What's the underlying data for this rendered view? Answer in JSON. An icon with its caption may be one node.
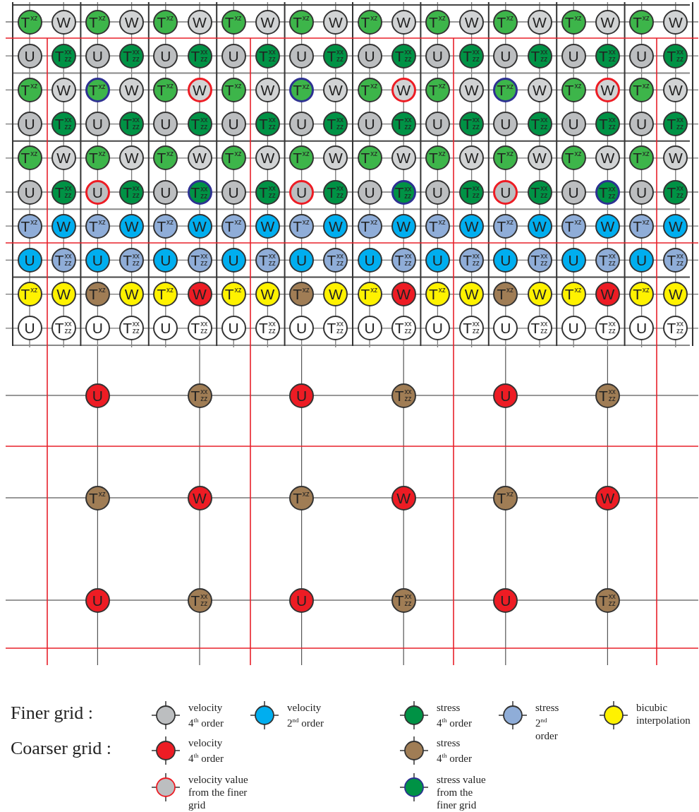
{
  "diagram": {
    "nodes": [
      {
        "text": [
          "T$^{xz}$"
        ]
      },
      {
        "text": [
          "W"
        ]
      },
      {
        "text": [
          "T$^{xz}$"
        ]
      },
      {
        "text": [
          "W"
        ]
      },
      {
        "text": [
          "T$^{xz}$"
        ]
      },
      {
        "text": [
          "W"
        ]
      },
      {
        "text": [
          "T$^{xz}$"
        ]
      },
      {
        "text": [
          "W"
        ]
      },
      {
        "text": [
          "T$^{xz}$"
        ]
      },
      {
        "text": [
          "W"
        ]
      },
      {
        "text": [
          "T$^{xz}$"
        ]
      },
      {
        "text": [
          "W"
        ]
      },
      {
        "text": [
          "T$^{xz}$"
        ]
      },
      {
        "text": [
          "W"
        ]
      },
      {
        "text": [
          "T$^{xz}$"
        ]
      },
      {
        "text": [
          "W"
        ]
      },
      {
        "text": [
          "T$^{xz}$"
        ]
      },
      {
        "text": [
          "W"
        ]
      },
      {
        "text": [
          "T$^{xz}$"
        ]
      },
      {
        "text": [
          "W"
        ]
      },
      {
        "text": [
          "U"
        ]
      },
      {
        "text": [
          "T$^{xx}$$_{zz}$"
        ]
      },
      {
        "text": [
          "U"
        ]
      },
      {
        "text": [
          "T$^{xx}$$_{zz}$"
        ]
      },
      {
        "text": [
          "U"
        ]
      },
      {
        "text": [
          "T$^{xx}$$_{zz}$"
        ]
      },
      {
        "text": [
          "U"
        ]
      },
      {
        "text": [
          "T$^{xx}$$_{zz}$"
        ]
      },
      {
        "text": [
          "U"
        ]
      },
      {
        "text": [
          "T$^{xx}$$_{zz}$"
        ]
      },
      {
        "text": [
          "U"
        ]
      },
      {
        "text": [
          "T$^{xx}$$_{zz}$"
        ]
      },
      {
        "text": [
          "U"
        ]
      },
      {
        "text": [
          "T$^{xx}$$_{zz}$"
        ]
      },
      {
        "text": [
          "U"
        ]
      },
      {
        "text": [
          "T$^{xx}$$_{zz}$"
        ]
      },
      {
        "text": [
          "U"
        ]
      },
      {
        "text": [
          "T$^{xx}$$_{zz}$"
        ]
      },
      {
        "text": [
          "U"
        ]
      },
      {
        "text": [
          "T$^{xx}$$_{zz}$"
        ]
      },
      {
        "text": [
          "T$^{xz}$"
        ]
      },
      {
        "text": [
          "W"
        ]
      },
      {
        "text": [
          "T$^{xz}$"
        ]
      },
      {
        "text": [
          "W"
        ]
      },
      {
        "text": [
          "T$^{xz}$"
        ]
      },
      {
        "text": [
          "W"
        ]
      },
      {
        "text": [
          "T$^{xz}$"
        ]
      },
      {
        "text": [
          "W"
        ]
      },
      {
        "text": [
          "T$^{xz}$"
        ]
      },
      {
        "text": [
          "W"
        ]
      },
      {
        "text": [
          "T$^{xz}$"
        ]
      },
      {
        "text": [
          "W"
        ]
      },
      {
        "text": [
          "T$^{xz}$"
        ]
      },
      {
        "text": [
          "W"
        ]
      },
      {
        "text": [
          "T$^{xz}$"
        ]
      },
      {
        "text": [
          "W"
        ]
      },
      {
        "text": [
          "T$^{xz}$"
        ]
      },
      {
        "text": [
          "W"
        ]
      },
      {
        "text": [
          "T$^{xz}$"
        ]
      },
      {
        "text": [
          "W"
        ]
      },
      {
        "text": [
          "U"
        ]
      },
      {
        "text": [
          "T$^{xx}$$_{zz}$"
        ]
      },
      {
        "text": [
          "U"
        ]
      },
      {
        "text": [
          "T$^{xx}$$_{zz}$"
        ]
      },
      {
        "text": [
          "U"
        ]
      },
      {
        "text": [
          "T$^{xx}$$_{zz}$"
        ]
      },
      {
        "text": [
          "U"
        ]
      },
      {
        "text": [
          "T$^{xx}$$_{zz}$"
        ]
      },
      {
        "text": [
          "U"
        ]
      },
      {
        "text": [
          "T$^{xx}$$_{zz}$"
        ]
      },
      {
        "text": [
          "U"
        ]
      },
      {
        "text": [
          "T$^{xx}$$_{zz}$"
        ]
      },
      {
        "text": [
          "U"
        ]
      },
      {
        "text": [
          "T$^{xx}$$_{zz}$"
        ]
      },
      {
        "text": [
          "U"
        ]
      },
      {
        "text": [
          "T$^{xx}$$_{zz}$"
        ]
      },
      {
        "text": [
          "U"
        ]
      },
      {
        "text": [
          "T$^{xx}$$_{zz}$"
        ]
      },
      {
        "text": [
          "U"
        ]
      },
      {
        "text": [
          "T$^{xx}$$_{zz}$"
        ]
      },
      {
        "text": [
          "T$^{xz}$"
        ]
      },
      {
        "text": [
          "W"
        ]
      },
      {
        "text": [
          "T$^{xz}$"
        ]
      },
      {
        "text": [
          "W"
        ]
      },
      {
        "text": [
          "T$^{xz}$"
        ]
      },
      {
        "text": [
          "W"
        ]
      },
      {
        "text": [
          "T$^{xz}$"
        ]
      },
      {
        "text": [
          "W"
        ]
      },
      {
        "text": [
          "T$^{xz}$"
        ]
      },
      {
        "text": [
          "W"
        ]
      },
      {
        "text": [
          "T$^{xz}$"
        ]
      },
      {
        "text": [
          "W"
        ]
      },
      {
        "text": [
          "T$^{xz}$"
        ]
      },
      {
        "text": [
          "W"
        ]
      },
      {
        "text": [
          "T$^{xz}$"
        ]
      },
      {
        "text": [
          "W"
        ]
      },
      {
        "text": [
          "T$^{xz}$"
        ]
      },
      {
        "text": [
          "W"
        ]
      },
      {
        "text": [
          "T$^{xz}$"
        ]
      },
      {
        "text": [
          "W"
        ]
      },
      {
        "text": [
          "U"
        ]
      },
      {
        "text": [
          "T$^{xx}$$_{zz}$"
        ]
      },
      {
        "text": [
          "U"
        ]
      },
      {
        "text": [
          "T$^{xx}$$_{zz}$"
        ]
      },
      {
        "text": [
          "U"
        ]
      },
      {
        "text": [
          "T$^{xx}$$_{zz}$"
        ]
      },
      {
        "text": [
          "U"
        ]
      },
      {
        "text": [
          "T$^{xx}$$_{zz}$"
        ]
      },
      {
        "text": [
          "U"
        ]
      },
      {
        "text": [
          "T$^{xx}$$_{zz}$"
        ]
      },
      {
        "text": [
          "U"
        ]
      },
      {
        "text": [
          "T$^{xx}$$_{zz}$"
        ]
      },
      {
        "text": [
          "U"
        ]
      },
      {
        "text": [
          "T$^{xx}$$_{zz}$"
        ]
      },
      {
        "text": [
          "U"
        ]
      },
      {
        "text": [
          "T$^{xx}$$_{zz}$"
        ]
      },
      {
        "text": [
          "U"
        ]
      },
      {
        "text": [
          "T$^{xx}$$_{zz}$"
        ]
      },
      {
        "text": [
          "U"
        ]
      },
      {
        "text": [
          "T$^{xx}$$_{zz}$"
        ]
      },
      {
        "text": [
          "T$^{xz}$"
        ]
      },
      {
        "text": [
          "W"
        ]
      },
      {
        "text": [
          "T$^{xz}$"
        ]
      },
      {
        "text": [
          "W"
        ]
      },
      {
        "text": [
          "T$^{xz}$"
        ]
      },
      {
        "text": [
          "W"
        ]
      },
      {
        "text": [
          "T$^{xz}$"
        ]
      },
      {
        "text": [
          "W"
        ]
      },
      {
        "text": [
          "T$^{xz}$"
        ]
      },
      {
        "text": [
          "W"
        ]
      },
      {
        "text": [
          "T$^{xz}$"
        ]
      },
      {
        "text": [
          "W"
        ]
      },
      {
        "text": [
          "T$^{xz}$"
        ]
      },
      {
        "text": [
          "W"
        ]
      },
      {
        "text": [
          "T$^{xz}$"
        ]
      },
      {
        "text": [
          "W"
        ]
      },
      {
        "text": [
          "T$^{xz}$"
        ]
      },
      {
        "text": [
          "W"
        ]
      },
      {
        "text": [
          "T$^{xz}$"
        ]
      },
      {
        "text": [
          "W"
        ]
      },
      {
        "text": [
          "U"
        ]
      },
      {
        "text": [
          "T$^{xx}$$_{zz}$"
        ]
      },
      {
        "text": [
          "U"
        ]
      },
      {
        "text": [
          "T$^{xx}$$_{zz}$"
        ]
      },
      {
        "text": [
          "U"
        ]
      },
      {
        "text": [
          "T$^{xx}$$_{zz}$"
        ]
      },
      {
        "text": [
          "U"
        ]
      },
      {
        "text": [
          "T$^{xx}$$_{zz}$"
        ]
      },
      {
        "text": [
          "U"
        ]
      },
      {
        "text": [
          "T$^{xx}$$_{zz}$"
        ]
      },
      {
        "text": [
          "U"
        ]
      },
      {
        "text": [
          "T$^{xx}$$_{zz}$"
        ]
      },
      {
        "text": [
          "U"
        ]
      },
      {
        "text": [
          "T$^{xx}$$_{zz}$"
        ]
      },
      {
        "text": [
          "U"
        ]
      },
      {
        "text": [
          "T$^{xx}$$_{zz}$"
        ]
      },
      {
        "text": [
          "U"
        ]
      },
      {
        "text": [
          "T$^{xx}$$_{zz}$"
        ]
      },
      {
        "text": [
          "U"
        ]
      },
      {
        "text": [
          "T$^{xx}$$_{zz}$"
        ]
      },
      {
        "text": [
          "T$^{xz}$"
        ]
      },
      {
        "text": [
          "W"
        ]
      },
      {
        "text": [
          "T$^{xz}$"
        ]
      },
      {
        "text": [
          "W"
        ]
      },
      {
        "text": [
          "T$^{xz}$"
        ]
      },
      {
        "text": [
          "W"
        ]
      },
      {
        "text": [
          "T$^{xz}$"
        ]
      },
      {
        "text": [
          "W"
        ]
      },
      {
        "text": [
          "T$^{xz}$"
        ]
      },
      {
        "text": [
          "W"
        ]
      },
      {
        "text": [
          "T$^{xz}$"
        ]
      },
      {
        "text": [
          "W"
        ]
      },
      {
        "text": [
          "T$^{xz}$"
        ]
      },
      {
        "text": [
          "W"
        ]
      },
      {
        "text": [
          "T$^{xz}$"
        ]
      },
      {
        "text": [
          "W"
        ]
      },
      {
        "text": [
          "T$^{xz}$"
        ]
      },
      {
        "text": [
          "W"
        ]
      },
      {
        "text": [
          "T$^{xz}$"
        ]
      },
      {
        "text": [
          "W"
        ]
      },
      {
        "text": [
          "U"
        ]
      },
      {
        "text": [
          "T$^{xx}$$_{zz}$"
        ]
      },
      {
        "text": [
          "U"
        ]
      },
      {
        "text": [
          "T$^{xx}$$_{zz}$"
        ]
      },
      {
        "text": [
          "U"
        ]
      },
      {
        "text": [
          "T$^{xx}$$_{zz}$"
        ]
      },
      {
        "text": [
          "U"
        ]
      },
      {
        "text": [
          "T$^{xx}$$_{zz}$"
        ]
      },
      {
        "text": [
          "U"
        ]
      },
      {
        "text": [
          "T$^{xx}$$_{zz}$"
        ]
      },
      {
        "text": [
          "U"
        ]
      },
      {
        "text": [
          "T$^{xx}$$_{zz}$"
        ]
      },
      {
        "text": [
          "U"
        ]
      },
      {
        "text": [
          "T$^{xx}$$_{zz}$"
        ]
      },
      {
        "text": [
          "U"
        ]
      },
      {
        "text": [
          "T$^{xx}$$_{zz}$"
        ]
      },
      {
        "text": [
          "U"
        ]
      },
      {
        "text": [
          "T$^{xx}$$_{zz}$"
        ]
      },
      {
        "text": [
          "U"
        ]
      },
      {
        "text": [
          "T$^{xx}$$_{zz}$"
        ]
      },
      {
        "text": [
          "U"
        ]
      },
      {
        "text": [
          "T$^{xx}$$_{zz}$"
        ]
      },
      {
        "text": [
          "U"
        ]
      },
      {
        "text": [
          "T$^{xx}$$_{zz}$"
        ]
      },
      {
        "text": [
          "U"
        ]
      },
      {
        "text": [
          "T$^{xx}$$_{zz}$"
        ]
      },
      {
        "text": [
          "T$^{xz}$"
        ]
      },
      {
        "text": [
          "W"
        ]
      },
      {
        "text": [
          "T$^{xz}$"
        ]
      },
      {
        "text": [
          "W"
        ]
      },
      {
        "text": [
          "T$^{xz}$"
        ]
      },
      {
        "text": [
          "W"
        ]
      },
      {
        "text": [
          "U"
        ]
      },
      {
        "text": [
          "T$^{xx}$$_{zz}$"
        ]
      },
      {
        "text": [
          "U"
        ]
      },
      {
        "text": [
          "T$^{xx}$$_{zz}$"
        ]
      },
      {
        "text": [
          "U"
        ]
      },
      {
        "text": [
          "T$^{xx}$$_{zz}$"
        ]
      }
    ],
    "labels": [
      "Finer grid :",
      "Coarser grid :"
    ],
    "legend": [
      {
        "text": "velocity 4$^{th}$ order",
        "color": "#bcbec0"
      },
      {
        "text": "velocity 2$^{nd}$ order",
        "color": "#00aeef"
      },
      {
        "text": "stress 4$^{th}$ order",
        "color": "#009245"
      },
      {
        "text": "stress 2$^{nd}$ order",
        "color": "#8fadd8"
      },
      {
        "text": "bicubic interpolation",
        "color": "#fff200"
      },
      {
        "text": "velocity 4$^{th}$ order",
        "color": "#ed1c24"
      },
      {
        "text": "stress 4$^{th}$ order",
        "color": "#a07d55"
      },
      {
        "text": "velocity value from the finer grid"
      },
      {
        "text": "stress value from the finer grid"
      }
    ]
  }
}
